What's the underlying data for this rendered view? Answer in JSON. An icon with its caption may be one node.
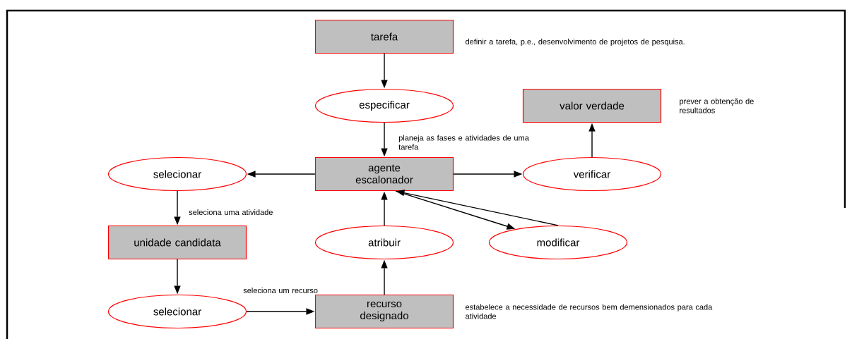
{
  "diagram": {
    "nodes": [
      {
        "text": [
          "tarefa"
        ],
        "beside": [
          "definir a tarefa, p.e., desenvolvimento de projetos de pesquisa."
        ]
      },
      {
        "text": [
          "especificar"
        ]
      },
      {
        "text": [
          "valor verdade"
        ],
        "beside": [
          "prever a obtenção de resultados"
        ]
      },
      {
        "text": [
          "selecionar"
        ]
      },
      {
        "text": [
          "agente escalonador"
        ]
      },
      {
        "text": [
          "verificar"
        ]
      },
      {
        "text": [
          "unidade candidata"
        ]
      },
      {
        "text": [
          "atribuir"
        ]
      },
      {
        "text": [
          "modificar"
        ]
      },
      {
        "text": [
          "selecionar"
        ]
      },
      {
        "text": [
          "recurso designado"
        ],
        "beside": [
          "estabelece a necessidade de recursos bem demensionados  para cada atividade"
        ]
      }
    ],
    "edges": [
      {
        "from": 0,
        "to": 1,
        "arrow": "to"
      },
      {
        "from": 1,
        "to": 4,
        "arrow": "to",
        "label": "planeja as fases e atividades de uma tarefa"
      },
      {
        "from": 4,
        "to": 3,
        "arrow": "to"
      },
      {
        "from": 4,
        "to": 5,
        "arrow": "to"
      },
      {
        "from": 5,
        "to": 2,
        "arrow": "to"
      },
      {
        "from": 3,
        "to": 6,
        "arrow": "to",
        "label": "seleciona uma atividade"
      },
      {
        "from": 6,
        "to": 9,
        "arrow": "to"
      },
      {
        "from": 9,
        "to": 10,
        "arrow": "to",
        "label": "seleciona um recurso"
      },
      {
        "from": 10,
        "to": 7,
        "arrow": "to"
      },
      {
        "from": 7,
        "to": 4,
        "arrow": "to"
      },
      {
        "from": 4,
        "to": 8,
        "arrow": "to"
      },
      {
        "from": 8,
        "to": 4,
        "arrow": "to"
      }
    ]
  }
}
